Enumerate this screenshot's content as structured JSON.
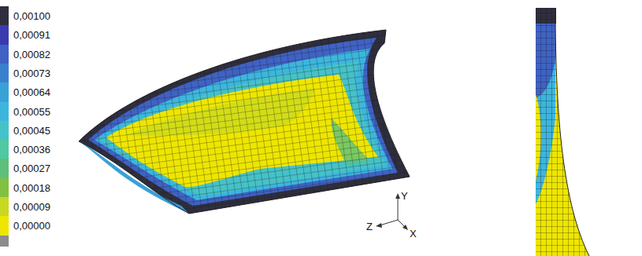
{
  "diagram": {
    "labels": [
      "Y",
      "Z",
      "X"
    ],
    "legend": [
      {
        "text": "0,00100",
        "color": "#2e2e3e"
      },
      {
        "text": "0,00091",
        "color": "#3a3ab0"
      },
      {
        "text": "0,00082",
        "color": "#3f62c4"
      },
      {
        "text": "0,00073",
        "color": "#3b80cf"
      },
      {
        "text": "0,00064",
        "color": "#3aa0d8"
      },
      {
        "text": "0,00055",
        "color": "#3cb6de"
      },
      {
        "text": "0,00045",
        "color": "#45c2c8"
      },
      {
        "text": "0,00036",
        "color": "#4ec9a0"
      },
      {
        "text": "0,00027",
        "color": "#5cc07a"
      },
      {
        "text": "0,00018",
        "color": "#82c040"
      },
      {
        "text": "0,00009",
        "color": "#c8d820"
      },
      {
        "text": "0,00000",
        "color": "#eee600"
      }
    ]
  }
}
